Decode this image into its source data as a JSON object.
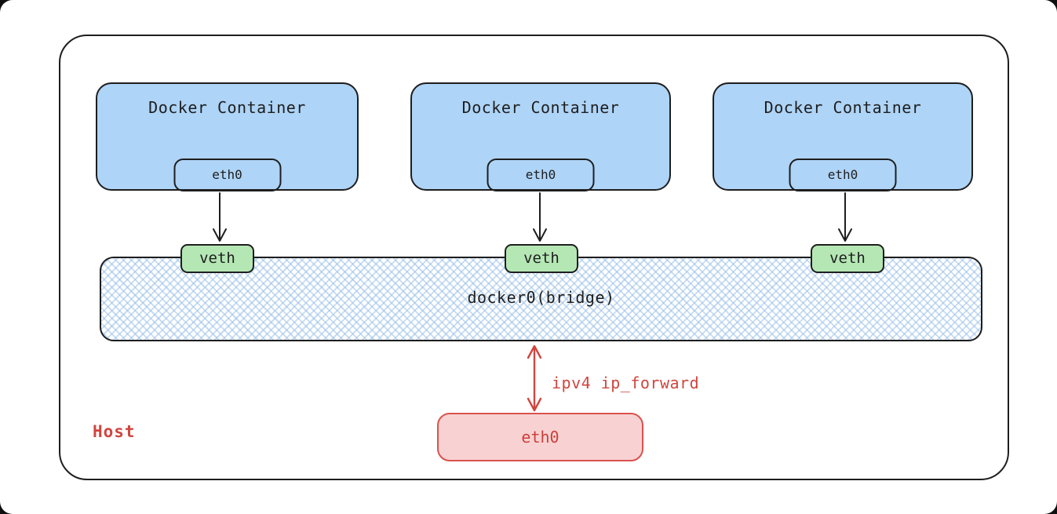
{
  "host": {
    "label": "Host"
  },
  "containers": [
    {
      "title": "Docker Container",
      "eth": "eth0"
    },
    {
      "title": "Docker Container",
      "eth": "eth0"
    },
    {
      "title": "Docker Container",
      "eth": "eth0"
    }
  ],
  "veths": [
    {
      "label": "veth"
    },
    {
      "label": "veth"
    },
    {
      "label": "veth"
    }
  ],
  "bridge": {
    "label": "docker0(bridge)"
  },
  "ip_forward": {
    "label": "ipv4 ip_forward"
  },
  "host_eth": {
    "label": "eth0"
  },
  "colors": {
    "stroke": "#1e1e1e",
    "container_fill": "#aed4f7",
    "veth_fill": "#b5e7b5",
    "bridge_hatch": "#96bee8",
    "red": "#d0453f",
    "red_fill": "#f8d2d2",
    "background": "#ffffff"
  }
}
